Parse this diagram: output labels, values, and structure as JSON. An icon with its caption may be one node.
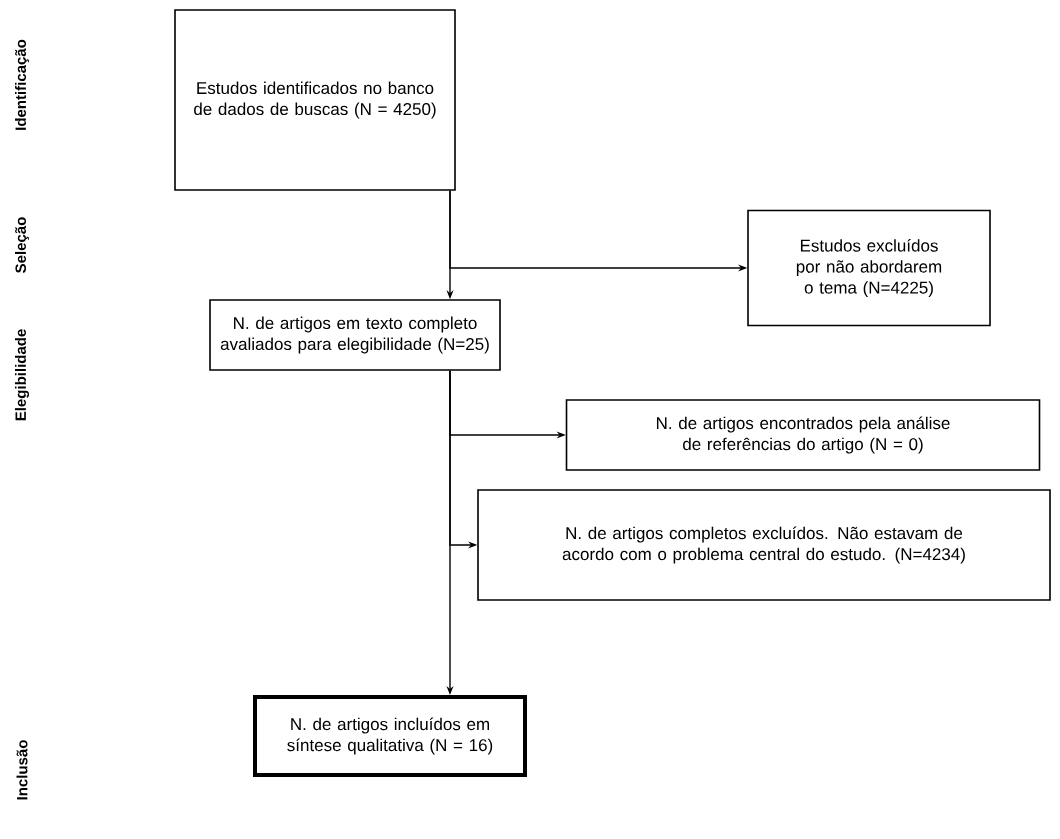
{
  "diagram": {
    "nodes": [
      {
        "text": [
          "Estudos identificados no banco de dados de buscas (N = 4250)"
        ]
      },
      {
        "text": [
          "Estudos excluídos por não abordarem o tema (N=4225)"
        ]
      },
      {
        "text": [
          "N. de artigos em texto completo avaliados para elegibilidade (N=25)"
        ]
      },
      {
        "text": [
          "N. de artigos encontrados pela análise de referências do artigo (N = 0)"
        ]
      },
      {
        "text": [
          "N. de artigos completos excluídos. Não estavam de acordo com o problema central do estudo. (N=4234)"
        ]
      },
      {
        "text": [
          "N. de artigos incluídos em síntese qualitativa (N = 16)"
        ]
      }
    ],
    "edges": [
      {
        "from": 0,
        "to": 2,
        "arrow": "to"
      },
      {
        "from": 0,
        "to": 1,
        "arrow": "to"
      },
      {
        "from": 2,
        "to": 3,
        "arrow": "to"
      },
      {
        "from": 2,
        "to": 4,
        "arrow": "to"
      },
      {
        "from": 2,
        "to": 5,
        "arrow": "to"
      }
    ],
    "labels": [
      "Identificação",
      "Seleção",
      "Elegibilidade",
      "Inclusão"
    ]
  }
}
